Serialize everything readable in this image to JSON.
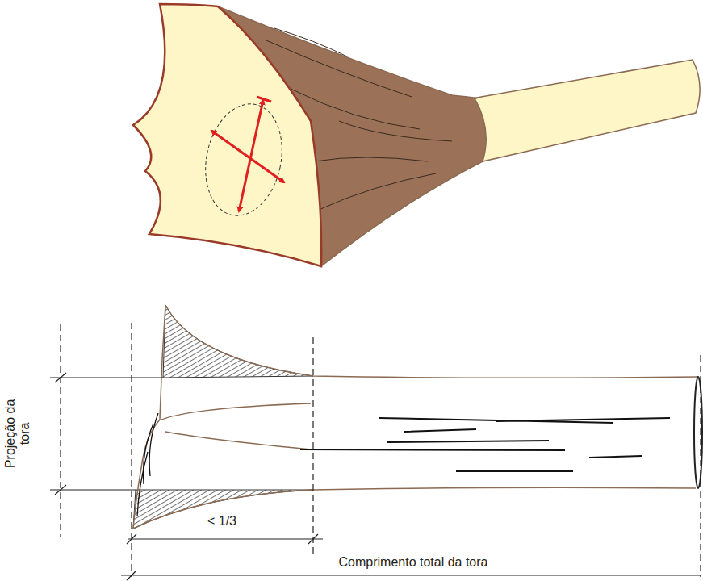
{
  "diagram": {
    "labels": [
      "Projeção da tora",
      "< 1/3",
      "Comprimento total da tora"
    ]
  }
}
